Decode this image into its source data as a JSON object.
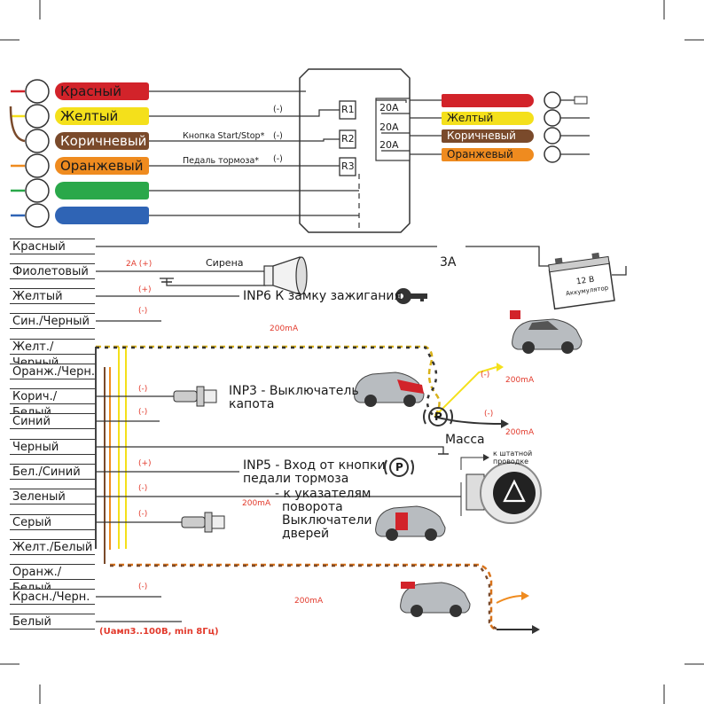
{
  "connector_top": {
    "left_wires": [
      {
        "label": "Красный",
        "color": "#d2232a",
        "text_color": "#1a1a1a"
      },
      {
        "label": "Желтый",
        "color": "#f4e01b",
        "text_color": "#1a1a1a"
      },
      {
        "label": "Коричневый",
        "color": "#7a4a2b",
        "text_color": "#ffffff"
      },
      {
        "label": "Оранжевый",
        "color": "#ef8b1f",
        "text_color": "#1a1a1a"
      },
      {
        "label": "",
        "color": "#2aa84a",
        "text_color": "#ffffff"
      },
      {
        "label": "",
        "color": "#2f64b5",
        "text_color": "#ffffff"
      }
    ],
    "relays": [
      "R1",
      "R2",
      "R3"
    ],
    "relay_notes": [
      {
        "polarity": "(-)",
        "text": ""
      },
      {
        "polarity": "(-)",
        "text": "Кнопка Start/Stop*"
      },
      {
        "polarity": "(-)",
        "text": "Педаль тормоза*"
      }
    ],
    "contacts": [
      "20A",
      "20A",
      "20A"
    ],
    "right_wires": [
      {
        "label": "",
        "color": "#d2232a",
        "text_color": "#ffffff"
      },
      {
        "label": "Желтый",
        "color": "#f4e01b",
        "text_color": "#1a1a1a"
      },
      {
        "label": "Коричневый",
        "color": "#7a4a2b",
        "text_color": "#ffffff"
      },
      {
        "label": "Оранжевый",
        "color": "#ef8b1f",
        "text_color": "#1a1a1a"
      }
    ]
  },
  "main_harness": {
    "wires": [
      {
        "label": "Красный",
        "polarity": "",
        "load": ""
      },
      {
        "label": "Фиолетовый",
        "polarity": "2А (+)",
        "load": ""
      },
      {
        "label": "Желтый",
        "polarity": "(+)",
        "load": ""
      },
      {
        "label": "Син./Черный",
        "polarity": "(-)",
        "load": "200mA"
      },
      {
        "label": "Желт./Черный",
        "polarity": "",
        "load": ""
      },
      {
        "label": "Оранж./Черн.",
        "polarity": "",
        "load": ""
      },
      {
        "label": "Корич./Белый",
        "polarity": "(-)",
        "load": ""
      },
      {
        "label": "Синий",
        "polarity": "(-)",
        "load": ""
      },
      {
        "label": "Черный",
        "polarity": "",
        "load": ""
      },
      {
        "label": "Бел./Синий",
        "polarity": "(+)",
        "load": ""
      },
      {
        "label": "Зеленый",
        "polarity": "(-)",
        "load": "200mA"
      },
      {
        "label": "Серый",
        "polarity": "(-)",
        "load": ""
      },
      {
        "label": "Желт./Белый",
        "polarity": "",
        "load": ""
      },
      {
        "label": "Оранж./Белый",
        "polarity": "",
        "load": ""
      },
      {
        "label": "Красн./Черн.",
        "polarity": "(-)",
        "load": "200mA"
      },
      {
        "label": "Белый",
        "polarity": "",
        "load": ""
      }
    ]
  },
  "annotations": {
    "fuse": "3А",
    "siren": "Сирена",
    "ignition": "INP6 К замку зажигания",
    "hood_line1": "INP3 - Выключатель",
    "hood_line2": "капота",
    "ground": "Масса",
    "brake_line1": "INP5 - Вход от кнопки",
    "brake_line2": "педали тормоза",
    "turn_line1": "- к указателям",
    "turn_line2": "поворота",
    "doors_line1": "Выключатели",
    "doors_line2": "дверей",
    "to_wiring_line1": "к штатной",
    "to_wiring_line2": "проводке",
    "battery_volts": "12 В",
    "battery_name": "Аккумулятор",
    "parking_symbol": "P",
    "out1_polarity": "(-)",
    "out1_load": "200mA",
    "out2_polarity": "(-)",
    "out2_load": "200mA",
    "red_black_load": "200mA",
    "white_note": "(Uамп3..100В, min 8Гц)"
  },
  "colors": {
    "red": "#d2232a",
    "yellow": "#f4e01b",
    "brown": "#7a4a2b",
    "orange": "#ef8b1f",
    "green": "#2aa84a",
    "blue": "#2f64b5",
    "polarity_red": "#e23a2c"
  },
  "icons": [
    "siren-icon",
    "key-icon",
    "battery-icon",
    "car-icon",
    "hood-switch-icon",
    "door-switch-icon",
    "parking-brake-icon",
    "brake-button-icon",
    "ground-icon",
    "fuse-icon"
  ]
}
